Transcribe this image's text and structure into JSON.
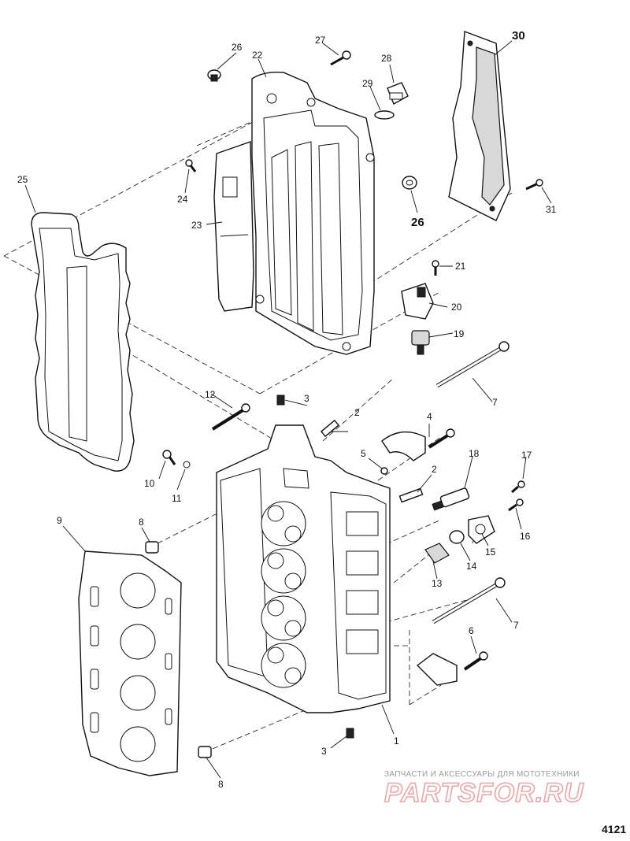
{
  "figure_number": "4121",
  "watermark": {
    "tagline": "ЗАПЧАСТИ И АКСЕССУАРЫ ДЛЯ МОТОТЕХНИКИ",
    "site": "PARTSFOR.RU"
  },
  "callouts": {
    "c1": "1",
    "c2a": "2",
    "c2b": "2",
    "c3a": "3",
    "c3b": "3",
    "c4": "4",
    "c5": "5",
    "c6": "6",
    "c7a": "7",
    "c7b": "7",
    "c8a": "8",
    "c8b": "8",
    "c9": "9",
    "c10": "10",
    "c11": "11",
    "c12": "12",
    "c13": "13",
    "c14": "14",
    "c15": "15",
    "c16": "16",
    "c17": "17",
    "c18": "18",
    "c19": "19",
    "c20": "20",
    "c21": "21",
    "c22": "22",
    "c23": "23",
    "c24": "24",
    "c25": "25",
    "c26a": "26",
    "c26b": "26",
    "c27": "27",
    "c28": "28",
    "c29": "29",
    "c30": "30",
    "c31": "31"
  }
}
